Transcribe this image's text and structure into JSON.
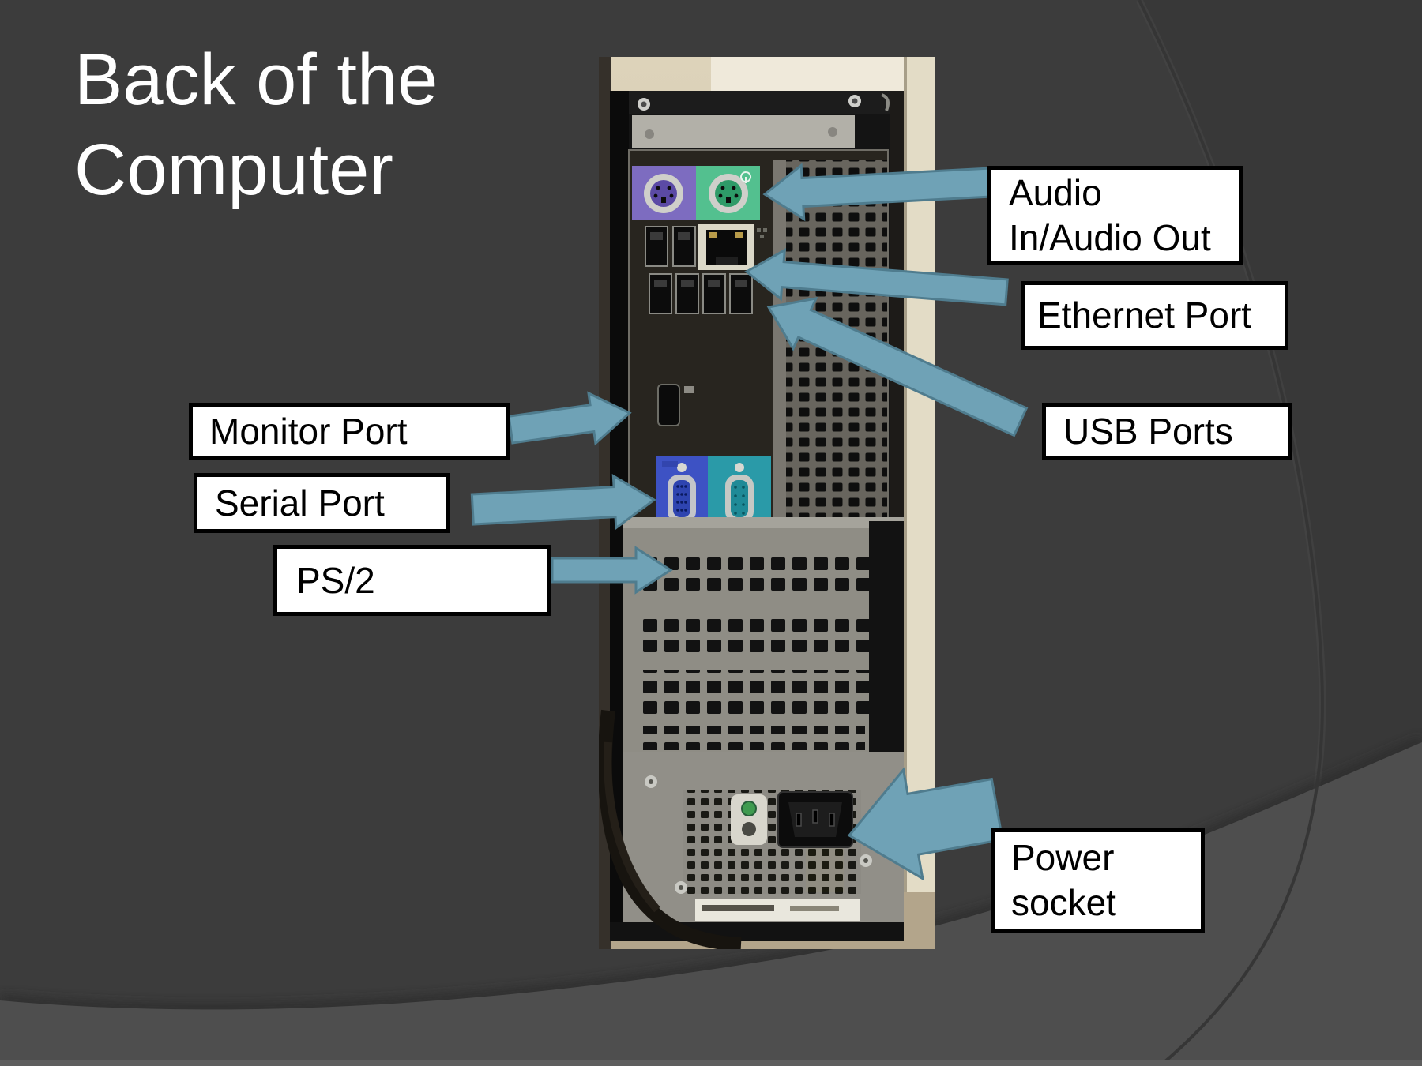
{
  "slide": {
    "title_lines": [
      "Back of the",
      "Computer"
    ],
    "labels": {
      "audio": {
        "line1": "Audio",
        "line2": "In/Audio Out"
      },
      "ethernet": {
        "text": "Ethernet Port"
      },
      "usb": {
        "text": "USB Ports"
      },
      "monitor": {
        "text": "Monitor Port"
      },
      "serial": {
        "text": "Serial Port"
      },
      "ps2": {
        "text": "PS/2"
      },
      "power": {
        "line1": "Power",
        "line2": "socket"
      }
    },
    "photo_icons": [
      "ps2-keyboard-port",
      "ps2-mouse-port",
      "ethernet-port",
      "usb-ports",
      "displayport",
      "vga-port",
      "serial-port",
      "audio-jacks",
      "power-socket",
      "vent-grid"
    ],
    "colors": {
      "background": "#3c3c3c",
      "swoosh": "#4e4e4e",
      "arrow_fill": "#6fa2b6",
      "arrow_border": "#4f7c8e",
      "label_background": "#ffffff",
      "label_border": "#000000",
      "title_text": "#ffffff",
      "label_text": "#000000"
    }
  }
}
